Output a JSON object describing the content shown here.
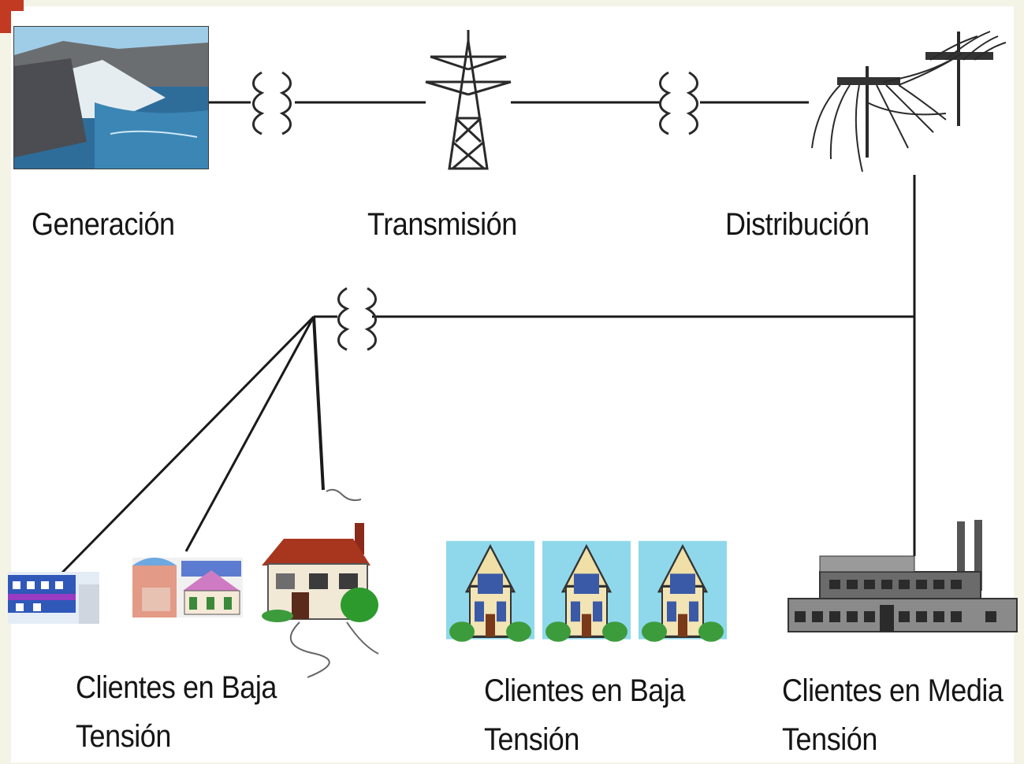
{
  "stages": {
    "generation": "Generación",
    "transmission": "Transmisión",
    "distribution": "Distribución"
  },
  "clients": {
    "low_voltage_1": {
      "line1": "Clientes en Baja",
      "line2": "Tensión"
    },
    "low_voltage_2": {
      "line1": "Clientes en Baja",
      "line2": "Tensión"
    },
    "medium_voltage": {
      "line1": "Clientes en Media",
      "line2": "Tensión"
    }
  },
  "icons": {
    "generation": "hydroelectric-dam-icon",
    "transmission": "transmission-tower-icon",
    "distribution": "distribution-pole-icon",
    "transformer": "transformer-coil-icon",
    "buildings": "building-icon",
    "houses": "house-icon",
    "factory": "factory-icon"
  },
  "colors": {
    "line": "#1a1a1a",
    "water": "#3b86b5",
    "roof": "#a8361f",
    "sky": "#bfe8f5",
    "accent": "#c23a22"
  }
}
